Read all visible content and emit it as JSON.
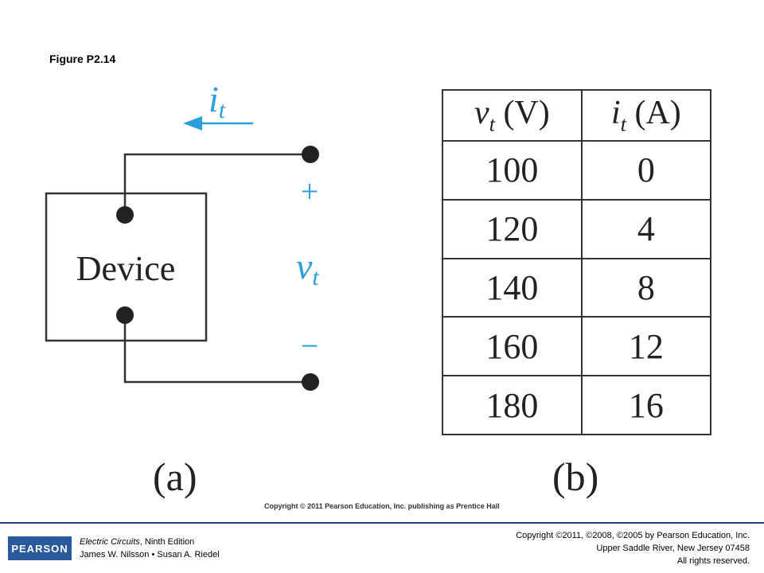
{
  "figure_title": "Figure P2.14",
  "circuit": {
    "current_symbol": "i",
    "current_subscript": "t",
    "device_label": "Device",
    "plus_sign": "+",
    "minus_sign": "−",
    "voltage_symbol": "v",
    "voltage_subscript": "t",
    "accent_color": "#2a9fdc"
  },
  "panel_labels": {
    "a": "(a)",
    "b": "(b)"
  },
  "table": {
    "headers": [
      {
        "symbol": "v",
        "sub": "t",
        "unit": " (V)"
      },
      {
        "symbol": "i",
        "sub": "t",
        "unit": " (A)"
      }
    ],
    "rows": [
      [
        "100",
        "0"
      ],
      [
        "120",
        "4"
      ],
      [
        "140",
        "8"
      ],
      [
        "160",
        "12"
      ],
      [
        "180",
        "16"
      ]
    ]
  },
  "image_copyright": "Copyright © 2011 Pearson Education, Inc. publishing as Prentice Hall",
  "footer": {
    "logo_text": "PEARSON",
    "book_title": "Electric Circuits",
    "edition": ", Ninth Edition",
    "authors": "James W. Nilsson • Susan A. Riedel",
    "copyright_line1": "Copyright ©2011, ©2008, ©2005 by Pearson Education, Inc.",
    "copyright_line2": "Upper Saddle River, New Jersey 07458",
    "copyright_line3": "All rights reserved."
  }
}
